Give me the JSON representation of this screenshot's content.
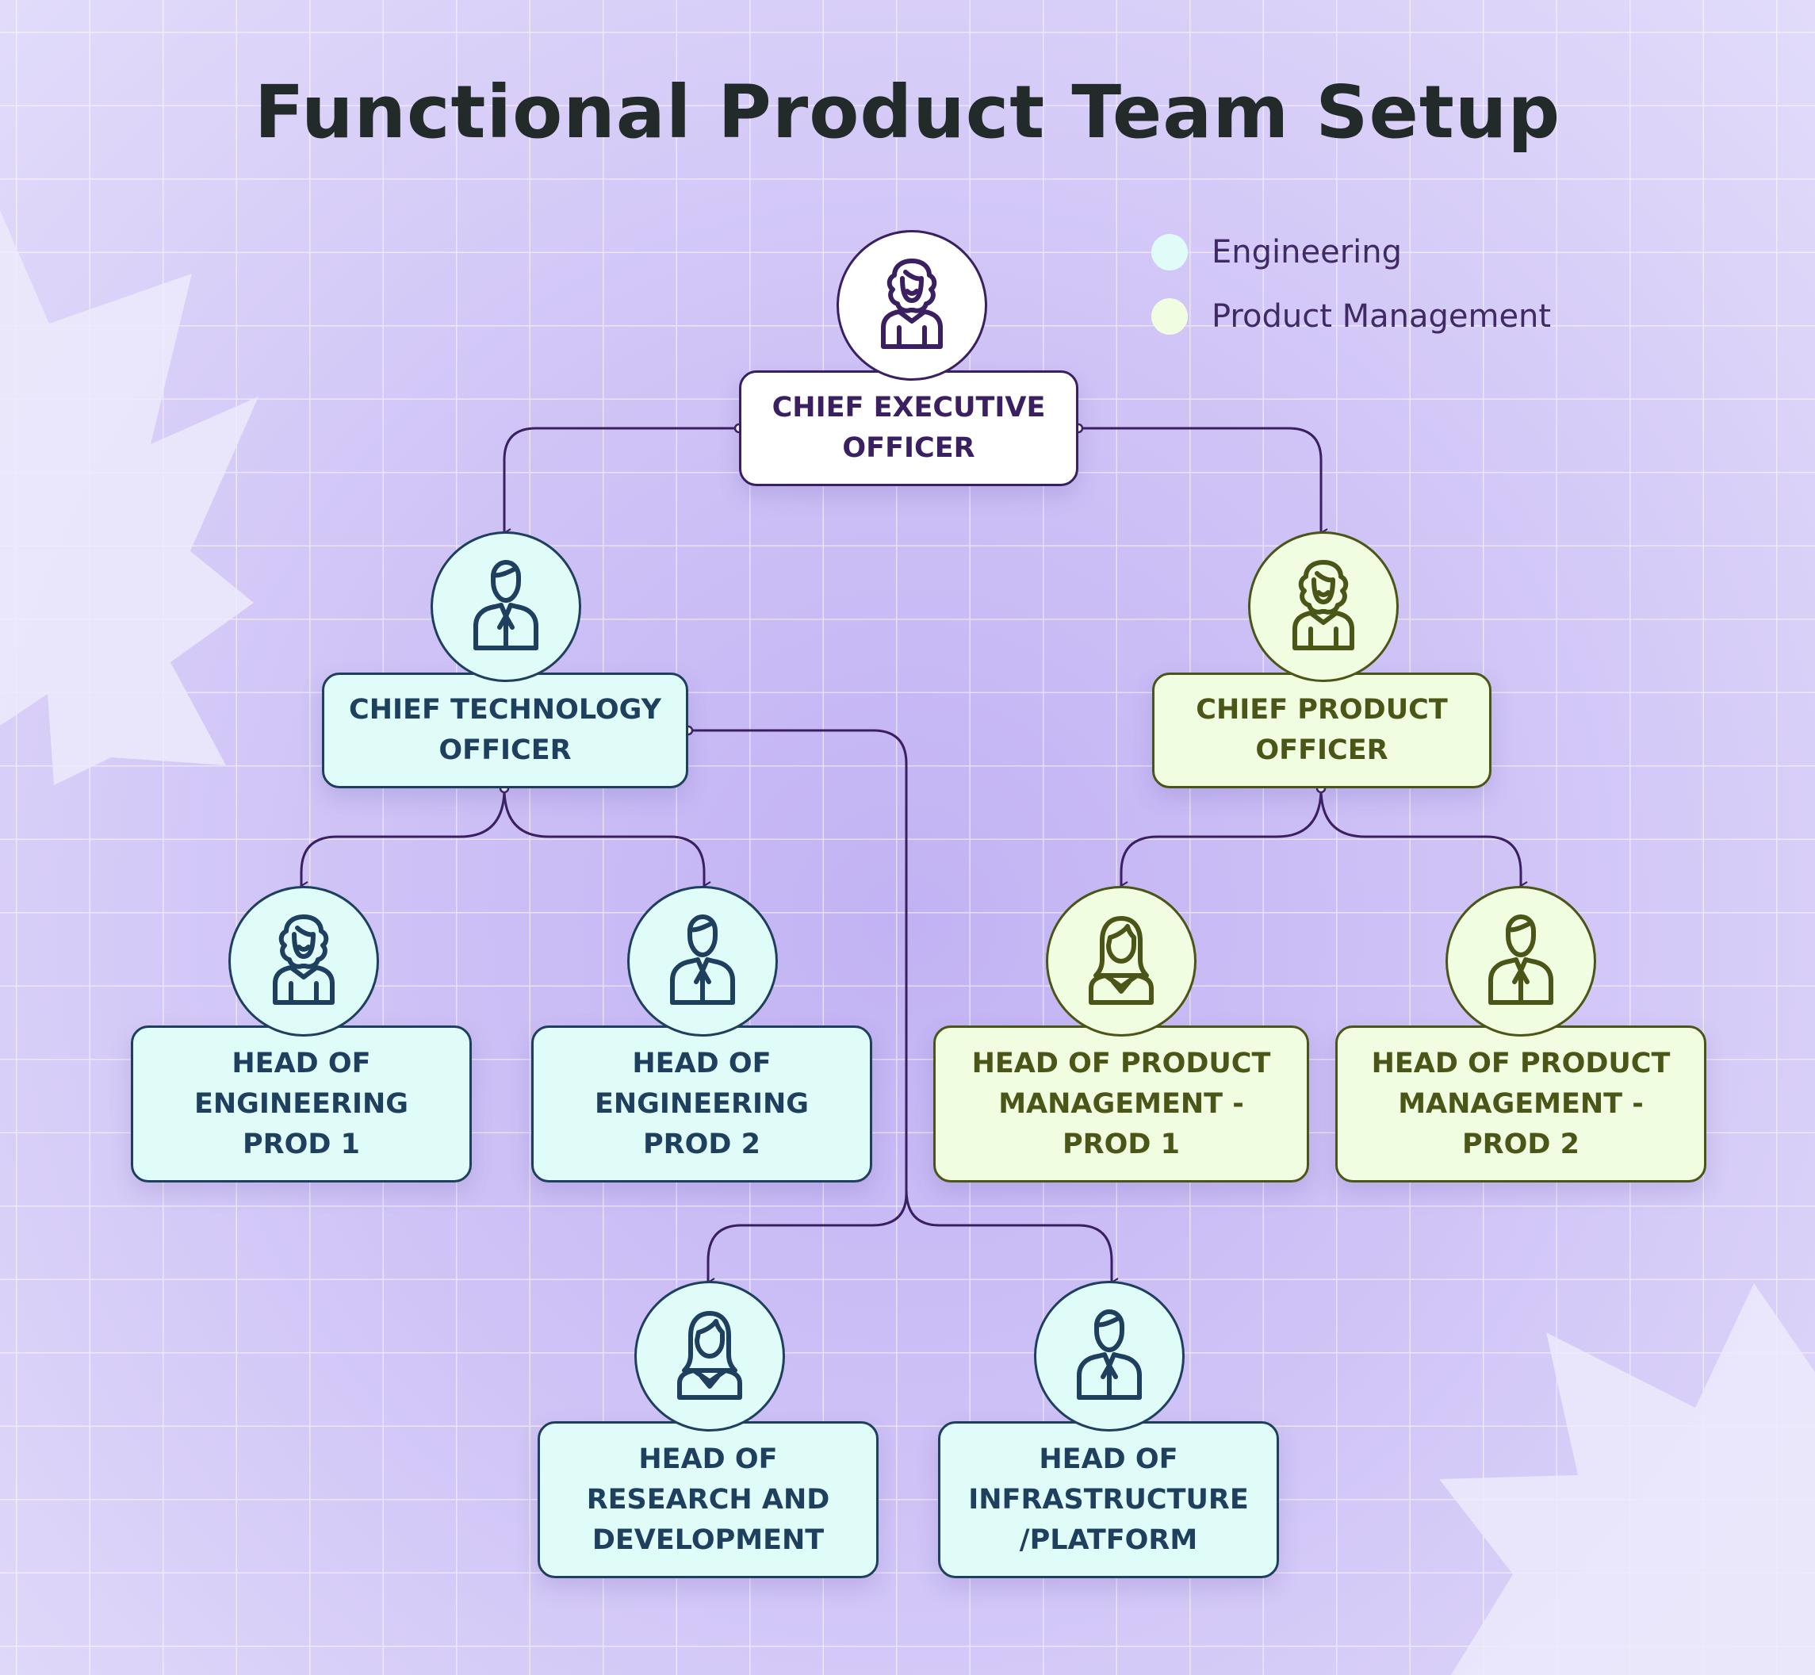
{
  "title": "Functional Product Team Setup",
  "legend": [
    {
      "label": "Engineering",
      "color": "#e0fcf9"
    },
    {
      "label": "Product Management",
      "color": "#f1fde0"
    }
  ],
  "colors": {
    "engineering_text": "#1f3f5e",
    "product_text": "#4a5518",
    "executive_text": "#3a2060",
    "connector": "#3a2060"
  },
  "nodes": {
    "ceo": {
      "lines": [
        "CHIEF EXECUTIVE",
        "OFFICER"
      ],
      "group": "executive",
      "icon": "woman-curly-hair-icon"
    },
    "cto": {
      "lines": [
        "CHIEF TECHNOLOGY",
        "OFFICER"
      ],
      "group": "engineering",
      "icon": "man-icon"
    },
    "cpo": {
      "lines": [
        "CHIEF PRODUCT",
        "OFFICER"
      ],
      "group": "product",
      "icon": "woman-curly-hair-icon"
    },
    "hoe1": {
      "lines": [
        "HEAD OF",
        "ENGINEERING",
        "PROD 1"
      ],
      "group": "engineering",
      "icon": "woman-curly-hair-icon"
    },
    "hoe2": {
      "lines": [
        "HEAD OF",
        "ENGINEERING",
        "PROD 2"
      ],
      "group": "engineering",
      "icon": "man-icon"
    },
    "hopm1": {
      "lines": [
        "HEAD OF PRODUCT",
        "MANAGEMENT -",
        "PROD 1"
      ],
      "group": "product",
      "icon": "woman-long-hair-icon"
    },
    "hopm2": {
      "lines": [
        "HEAD OF PRODUCT",
        "MANAGEMENT -",
        "PROD 2"
      ],
      "group": "product",
      "icon": "man-icon"
    },
    "hord": {
      "lines": [
        "HEAD OF",
        "RESEARCH AND",
        "DEVELOPMENT"
      ],
      "group": "engineering",
      "icon": "woman-long-hair-icon"
    },
    "hoinfra": {
      "lines": [
        "HEAD OF",
        "INFRASTRUCTURE",
        "/PLATFORM"
      ],
      "group": "engineering",
      "icon": "man-icon"
    }
  },
  "edges": [
    {
      "from": "ceo",
      "to": "cto"
    },
    {
      "from": "ceo",
      "to": "cpo"
    },
    {
      "from": "cto",
      "to": "hoe1"
    },
    {
      "from": "cto",
      "to": "hoe2"
    },
    {
      "from": "cto",
      "to": "hord"
    },
    {
      "from": "cto",
      "to": "hoinfra"
    },
    {
      "from": "cpo",
      "to": "hopm1"
    },
    {
      "from": "cpo",
      "to": "hopm2"
    }
  ]
}
